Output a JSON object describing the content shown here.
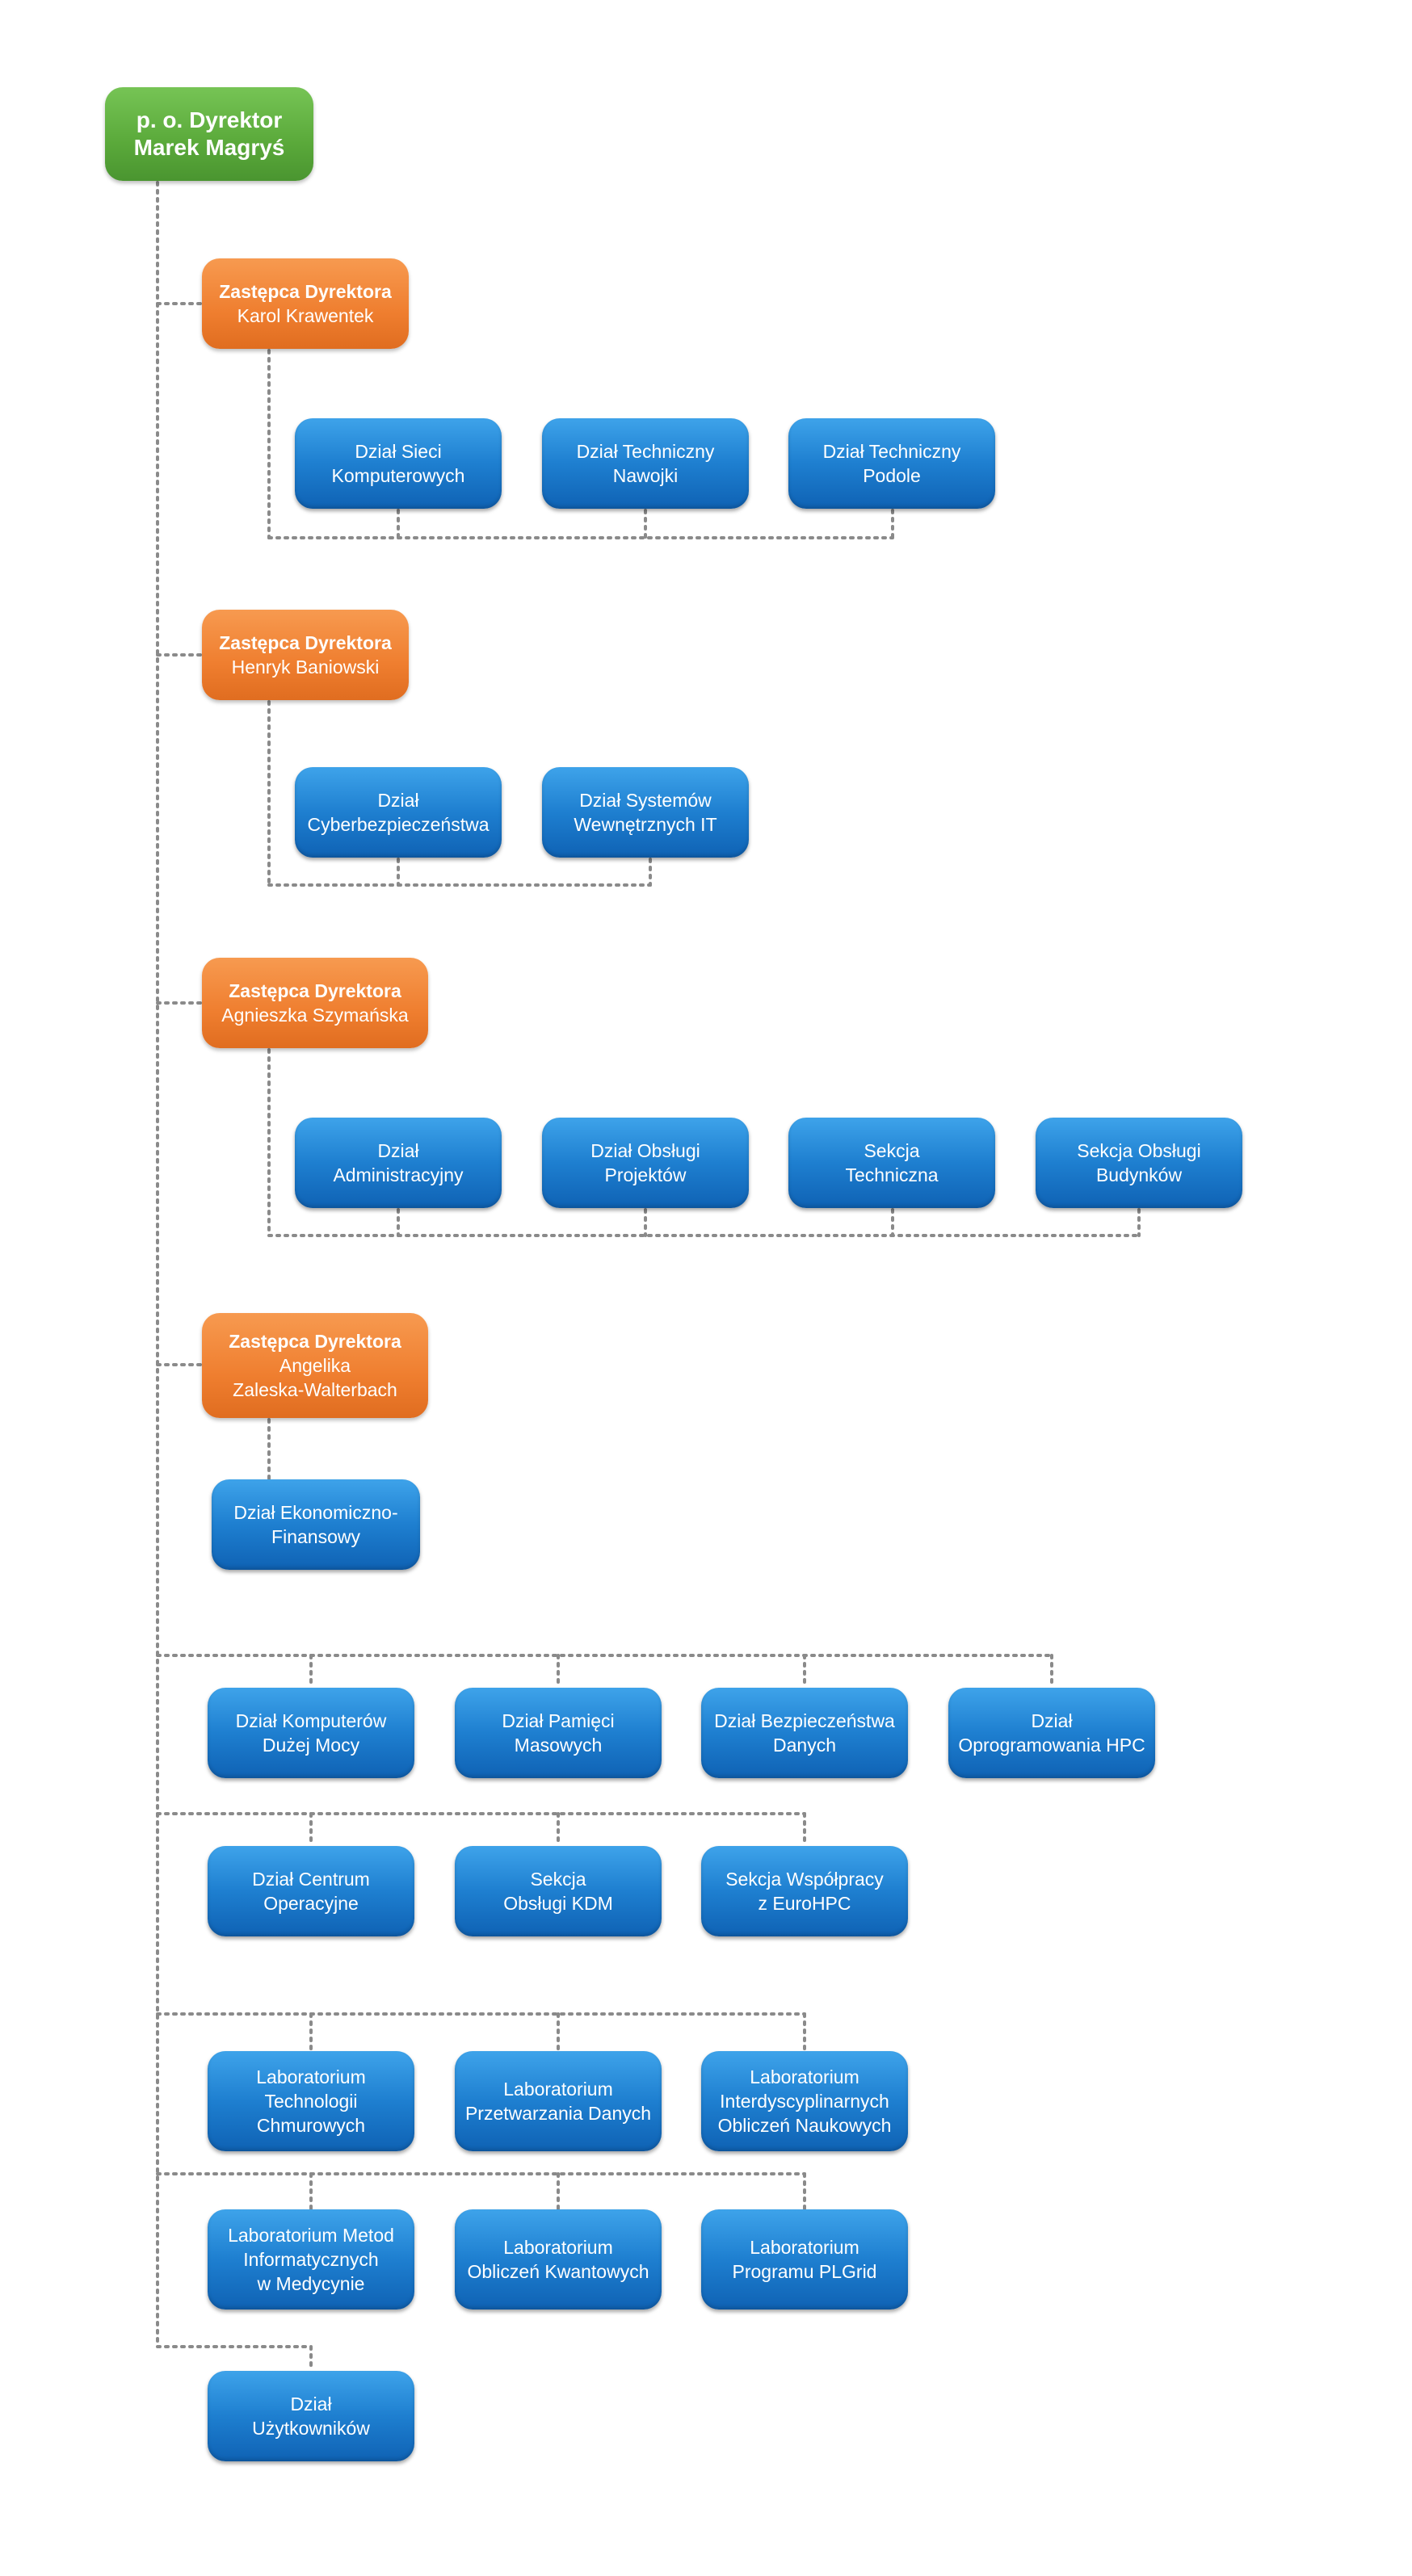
{
  "director": {
    "title": "p. o. Dyrektor",
    "name": "Marek Magryś"
  },
  "deputies": [
    {
      "title": "Zastępca Dyrektora",
      "name": "Karol Krawentek"
    },
    {
      "title": "Zastępca Dyrektora",
      "name": "Henryk Baniowski"
    },
    {
      "title": "Zastępca Dyrektora",
      "name": "Agnieszka Szymańska"
    },
    {
      "title": "Zastępca Dyrektora",
      "name_lines": [
        "Angelika",
        "Zaleska-Walterbach"
      ]
    }
  ],
  "departments": {
    "d1": [
      [
        "Dział Sieci",
        "Komputerowych"
      ],
      [
        "Dział Techniczny",
        "Nawojki"
      ],
      [
        "Dział Techniczny",
        "Podole"
      ]
    ],
    "d2": [
      [
        "Dział",
        "Cyberbezpieczeństwa"
      ],
      [
        "Dział Systemów",
        "Wewnętrznych IT"
      ]
    ],
    "d3": [
      [
        "Dział",
        "Administracyjny"
      ],
      [
        "Dział Obsługi",
        "Projektów"
      ],
      [
        "Sekcja",
        "Techniczna"
      ],
      [
        "Sekcja Obsługi",
        "Budynków"
      ]
    ],
    "d4": [
      [
        "Dział Ekonomiczno-",
        "Finansowy"
      ]
    ]
  },
  "direct_groups": [
    [
      [
        "Dział Komputerów",
        "Dużej Mocy"
      ],
      [
        "Dział Pamięci",
        "Masowych"
      ],
      [
        "Dział Bezpieczeństwa",
        "Danych"
      ],
      [
        "Dział",
        "Oprogramowania HPC"
      ]
    ],
    [
      [
        "Dział Centrum",
        "Operacyjne"
      ],
      [
        "Sekcja",
        "Obsługi KDM"
      ],
      [
        "Sekcja Współpracy",
        "z EuroHPC"
      ]
    ],
    [
      [
        "Laboratorium",
        "Technologii",
        "Chmurowych"
      ],
      [
        "Laboratorium",
        "Przetwarzania Danych"
      ],
      [
        "Laboratorium",
        "Interdyscyplinarnych",
        "Obliczeń Naukowych"
      ]
    ],
    [
      [
        "Laboratorium Metod",
        "Informatycznych",
        "w Medycynie"
      ],
      [
        "Laboratorium",
        "Obliczeń Kwantowych"
      ],
      [
        "Laboratorium",
        "Programu PLGrid"
      ]
    ],
    [
      [
        "Dział",
        "Użytkowników"
      ]
    ]
  ],
  "colors": {
    "director": "#5aa93a",
    "deputy": "#ef7e2f",
    "department": "#1e7fd0",
    "connector": "#8a8a8a"
  }
}
